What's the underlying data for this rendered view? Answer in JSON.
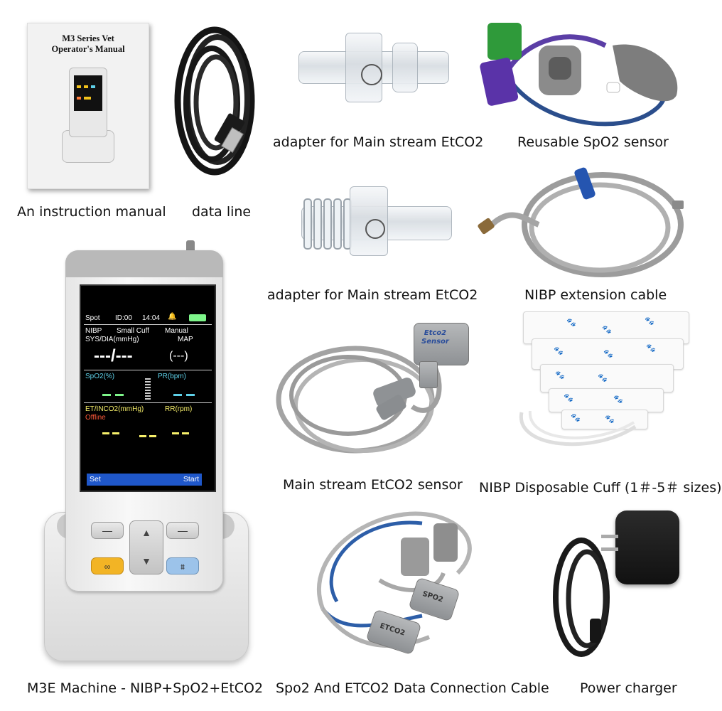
{
  "manual": {
    "cover_title_line1": "M3 Series Vet",
    "cover_title_line2": "Operator's Manual"
  },
  "captions": {
    "manual": "An instruction manual",
    "data_line": "data line",
    "adapter_1": "adapter for Main stream EtCO2",
    "spo2_sensor": "Reusable SpO2 sensor",
    "adapter_2": "adapter for Main stream EtCO2",
    "nibp_extension": "NIBP extension cable",
    "etco2_sensor": "Main stream EtCO2 sensor",
    "nibp_cuff": "NIBP Disposable Cuff (1＃-5＃ sizes)",
    "machine": "M3E Machine - NIBP+SpO2+EtCO2",
    "connection_cable": "Spo2 And ETCO2 Data Connection Cable",
    "charger": "Power charger"
  },
  "device_screen": {
    "mode": "Spot",
    "id": "ID:00",
    "time": "14:04",
    "nibp": "NIBP",
    "cuff": "Small Cuff",
    "manual": "Manual",
    "sys_dia": "SYS/DIA(mmHg)",
    "map": "MAP",
    "sys_value": "---/---",
    "map_value": "(---)",
    "spo2": "SpO2(%)",
    "pr": "PR(bpm)",
    "et_label": "ET/INCO2(mmHg)",
    "rr": "RR(rpm)",
    "offline": "Offline",
    "set": "Set",
    "start": "Start"
  },
  "sensor_tags": {
    "etco2_sensor_tag_line1": "Etco2",
    "etco2_sensor_tag_line2": "Sensor",
    "spo2_tag": "SPO2",
    "etco2_tag": "ETCO2"
  },
  "colors": {
    "screen_blue": "#1f57c9",
    "battery_green": "#7ef58a",
    "alarm_yellow": "#f6ef6a",
    "orange_button": "#f2b425",
    "cuff_paw_red": "#b52a3a",
    "cuff_paw_green": "#2e8a4a",
    "cuff_paw_blue": "#2a7fc2",
    "cuff_paw_orange": "#e0782e"
  }
}
